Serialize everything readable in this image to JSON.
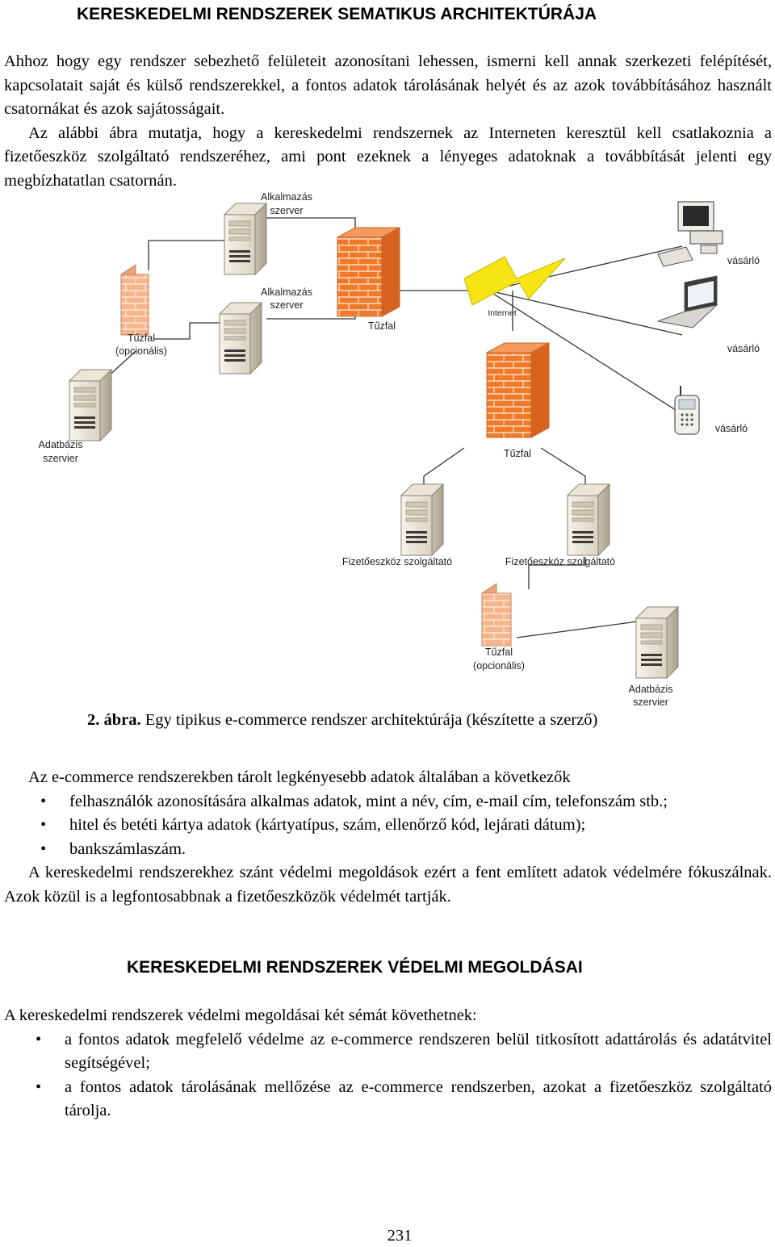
{
  "heading1": "KERESKEDELMI RENDSZEREK SEMATIKUS ARCHITEKTÚRÁJA",
  "para1_a": "Ahhoz hogy egy rendszer sebezhető felületeit azonosítani lehessen, ismerni kell annak szerkezeti felépítését, kapcsolatait saját és külső rendszerekkel, a fontos adatok tárolásának helyét és az azok továbbításához használt csatornákat és azok sajátosságait.",
  "para1_b": "Az alábbi ábra mutatja, hogy a kereskedelmi rendszernek az Interneten keresztül kell csatlakoznia a fizetőeszköz szolgáltató rendszeréhez, ami pont ezeknek a lényeges adatoknak a továbbítását jelenti egy megbízhatatlan csatornán.",
  "figure": {
    "labels": {
      "app_server_1": [
        "Alkalmazás",
        "szerver"
      ],
      "app_server_2": [
        "Alkalmazás",
        "szerver"
      ],
      "firewall_optional_left": [
        "Tűzfal",
        "(opcionális)"
      ],
      "db_server_left": [
        "Adatbázis",
        "szervier"
      ],
      "firewall_main": "Tűzfal",
      "internet": "Internet",
      "buyer_1": "vásárló",
      "buyer_2": "vásárló",
      "buyer_3": "vásárló",
      "firewall_payment": "Tűzfal",
      "payment_provider_1": "Fizetőeszköz szolgáltató",
      "payment_provider_2": "Fizetőeszköz szolgáltató",
      "firewall_optional_right": [
        "Tűzfal",
        "(opcionális)"
      ],
      "db_server_right": [
        "Adatbázis",
        "szervier"
      ]
    }
  },
  "caption_num": "2. ábra.",
  "caption_text": " Egy tipikus e-commerce rendszer architektúrája (készítette a szerző)",
  "para2_intro": "Az e-commerce rendszerekben tárolt legkényesebb adatok általában a következők",
  "list1": [
    "felhasználók azonosítására alkalmas adatok, mint a név, cím, e-mail cím, telefonszám stb.;",
    "hitel és betéti kártya adatok (kártyatípus, szám, ellenőrző kód, lejárati dátum);",
    "bankszámlaszám."
  ],
  "para3": "A kereskedelmi rendszerekhez szánt védelmi megoldások ezért a fent említett adatok védelmére fókuszálnak. Azok közül is a legfontosabbnak a fizetőeszközök védelmét tartják.",
  "heading2": "KERESKEDELMI RENDSZEREK VÉDELMI MEGOLDÁSAI",
  "para4": "A kereskedelmi rendszerek védelmi megoldásai két sémát követhetnek:",
  "list2": [
    "a fontos adatok megfelelő védelme az e-commerce rendszeren belül titkosított adattárolás és adatátvitel segítségével;",
    "a fontos adatok tárolásának mellőzése az e-commerce rendszerben, azokat a fizetőeszköz szolgáltató tárolja."
  ],
  "page_number": "231",
  "bullet_glyph": "•"
}
